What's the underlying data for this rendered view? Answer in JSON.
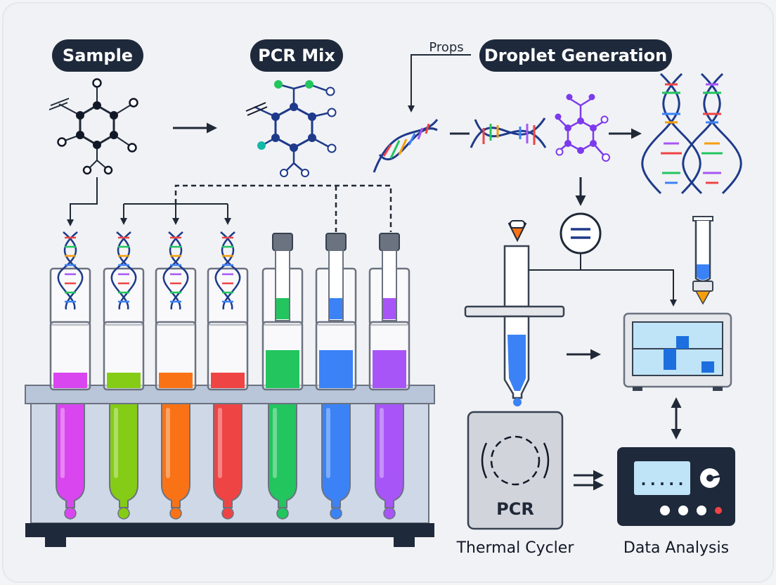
{
  "labels": {
    "sample": "Sample",
    "pcr_mix": "PCR Mix",
    "droplet_generation": "Droplet Generation",
    "props_note": "Props",
    "thermal_cycler": "Thermal Cycler",
    "data_analysis": "Data Analysis",
    "pcr_device": "PCR",
    "display_readout": "....."
  },
  "colors": {
    "pill": "#1e293b",
    "background": "#f3f4f6",
    "rack": "#c7d2e3",
    "tube_liquids": [
      "#d946ef",
      "#84cc16",
      "#f97316",
      "#ef4444",
      "#22c55e",
      "#3b82f6",
      "#a855f7"
    ],
    "screen": "#bfe3f7",
    "plot_blocks": "#1d6fe0"
  },
  "icons": [
    "molecule-icon",
    "dna-helix-icon",
    "test-tube-icon",
    "syringe-icon",
    "monitor-icon",
    "thermal-cycler-icon",
    "analyzer-icon",
    "equals-icon"
  ]
}
